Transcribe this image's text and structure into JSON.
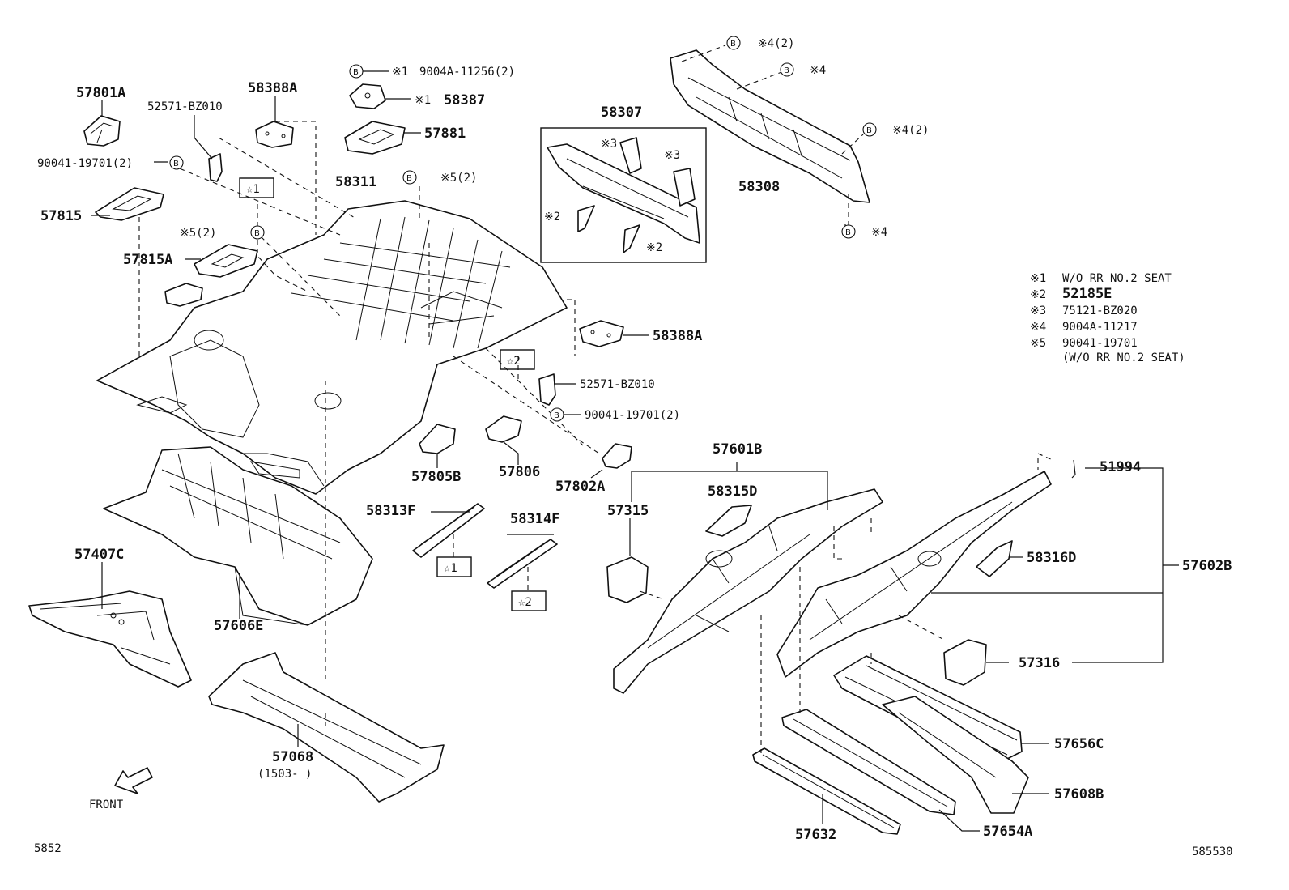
{
  "labels": {
    "p57801A": "57801A",
    "p52571_1": "52571-BZ010",
    "p58388A_1": "58388A",
    "p9004A_11256": "9004A-11256(2)",
    "p58387": "58387",
    "p57881": "57881",
    "p58307": "58307",
    "p58308": "58308",
    "p90041_1": "90041-19701(2)",
    "p57815": "57815",
    "p58311": "58311",
    "p57815A": "57815A",
    "p58388A_2": "58388A",
    "p52571_2": "52571-BZ010",
    "p90041_2": "90041-19701(2)",
    "p57805B": "57805B",
    "p57806": "57806",
    "p57802A": "57802A",
    "p58313F": "58313F",
    "p58314F": "58314F",
    "p57407C": "57407C",
    "p57606E": "57606E",
    "p57601B": "57601B",
    "p58315D": "58315D",
    "p57315": "57315",
    "p51994": "51994",
    "p58316D": "58316D",
    "p57602B": "57602B",
    "p57316": "57316",
    "p57656C": "57656C",
    "p57608B": "57608B",
    "p57632": "57632",
    "p57654A": "57654A",
    "p57068": "57068",
    "p57068_range": "(1503-    )",
    "front": "FRONT",
    "code_left": "5852",
    "code_right": "585530"
  },
  "marks": {
    "kome1": "※1",
    "kome2": "※2",
    "kome3": "※3",
    "kome4": "※4",
    "kome4_2": "※4(2)",
    "kome5_2": "※5(2)",
    "star1": "☆1",
    "star2": "☆2",
    "bolt": "B"
  },
  "legend": [
    {
      "mark": "※1",
      "text": "W/O RR NO.2 SEAT"
    },
    {
      "mark": "※2",
      "text": "52185E"
    },
    {
      "mark": "※3",
      "text": "75121-BZ020"
    },
    {
      "mark": "※4",
      "text": "9004A-11217"
    },
    {
      "mark": "※5",
      "text": "90041-19701"
    },
    {
      "mark": "",
      "text": "(W/O RR NO.2 SEAT)"
    }
  ]
}
